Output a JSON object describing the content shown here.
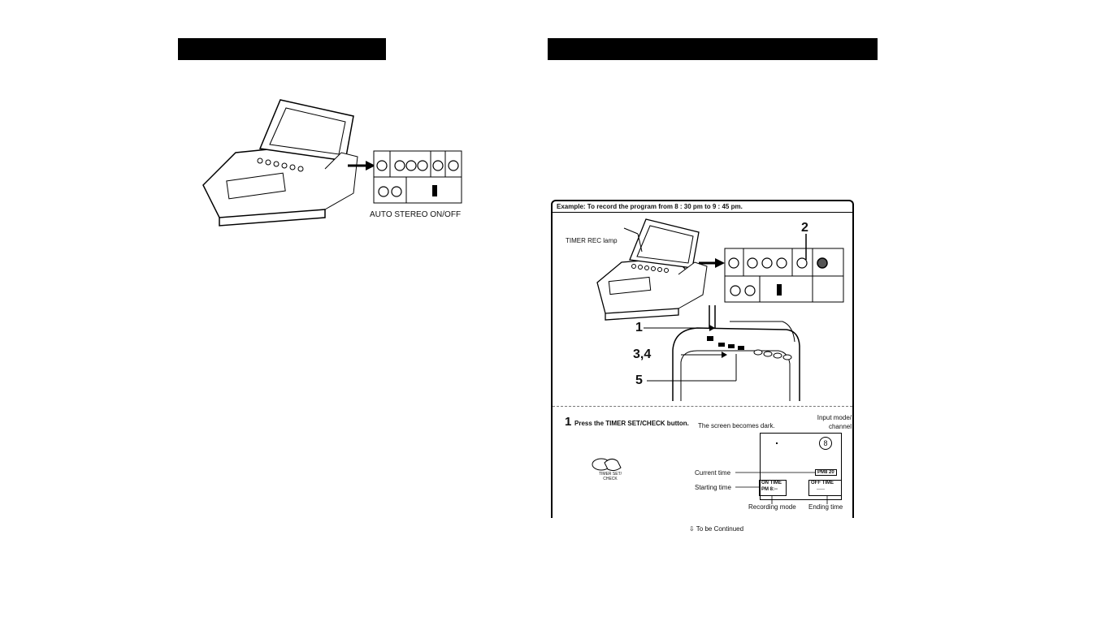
{
  "left_page": {
    "figure_label": "AUTO STEREO ON/OFF"
  },
  "right_page": {
    "example_title": "Example: To record the program from 8 : 30 pm to 9 : 45 pm.",
    "callouts": {
      "timer_rec_lamp": "TIMER REC lamp",
      "num_2": "2",
      "num_1": "1",
      "num_34": "3,4",
      "num_5": "5"
    },
    "step1": {
      "number": "1",
      "instruction": "Press the TIMER SET/CHECK button.",
      "button_label": "TIMER SET/ CHECK",
      "screen_dark": "The screen becomes dark.",
      "input_mode": "Input mode/ channel",
      "channel": "8",
      "current_time_label": "Current time",
      "current_time_value": "PM8 20",
      "starting_time_label": "Starting time",
      "on_time_box": "ON TIME",
      "on_time_value": "PM 8:--",
      "off_time_box": "OFF TIME",
      "off_time_value": "-----",
      "recording_mode_label": "Recording mode",
      "ending_time_label": "Ending time"
    },
    "footer": "To be Continued"
  },
  "colors": {
    "ink": "#000000",
    "paper": "#ffffff"
  }
}
